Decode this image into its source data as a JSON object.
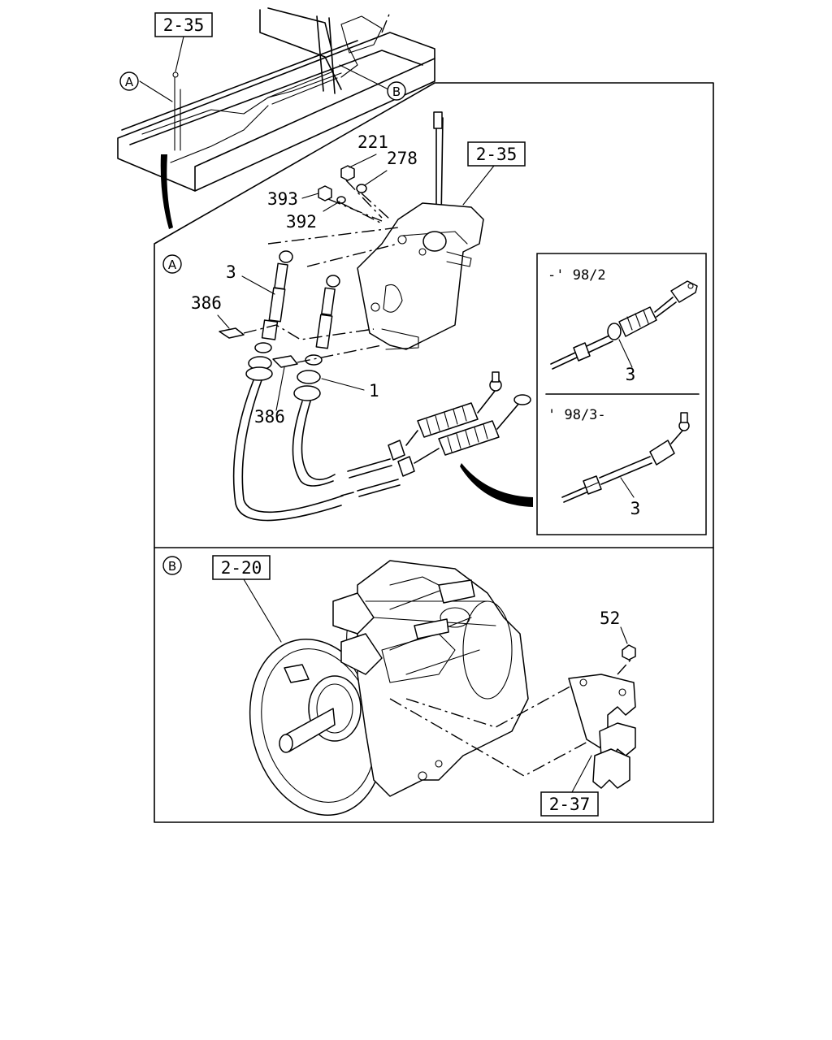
{
  "refs": {
    "top_ref": "2-35",
    "lever_ref": "2-35",
    "flywheel_ref": "2-20",
    "bracket_ref": "2-37"
  },
  "markers": {
    "a": "A",
    "b": "B"
  },
  "parts": {
    "p221": "221",
    "p278": "278",
    "p393": "393",
    "p392": "392",
    "p3": "3",
    "p386_upper": "386",
    "p386_lower": "386",
    "p1": "1",
    "p52": "52"
  },
  "inset": {
    "early_label": "-' 98/2",
    "early_part": "3",
    "late_label": "' 98/3-",
    "late_part": "3"
  }
}
